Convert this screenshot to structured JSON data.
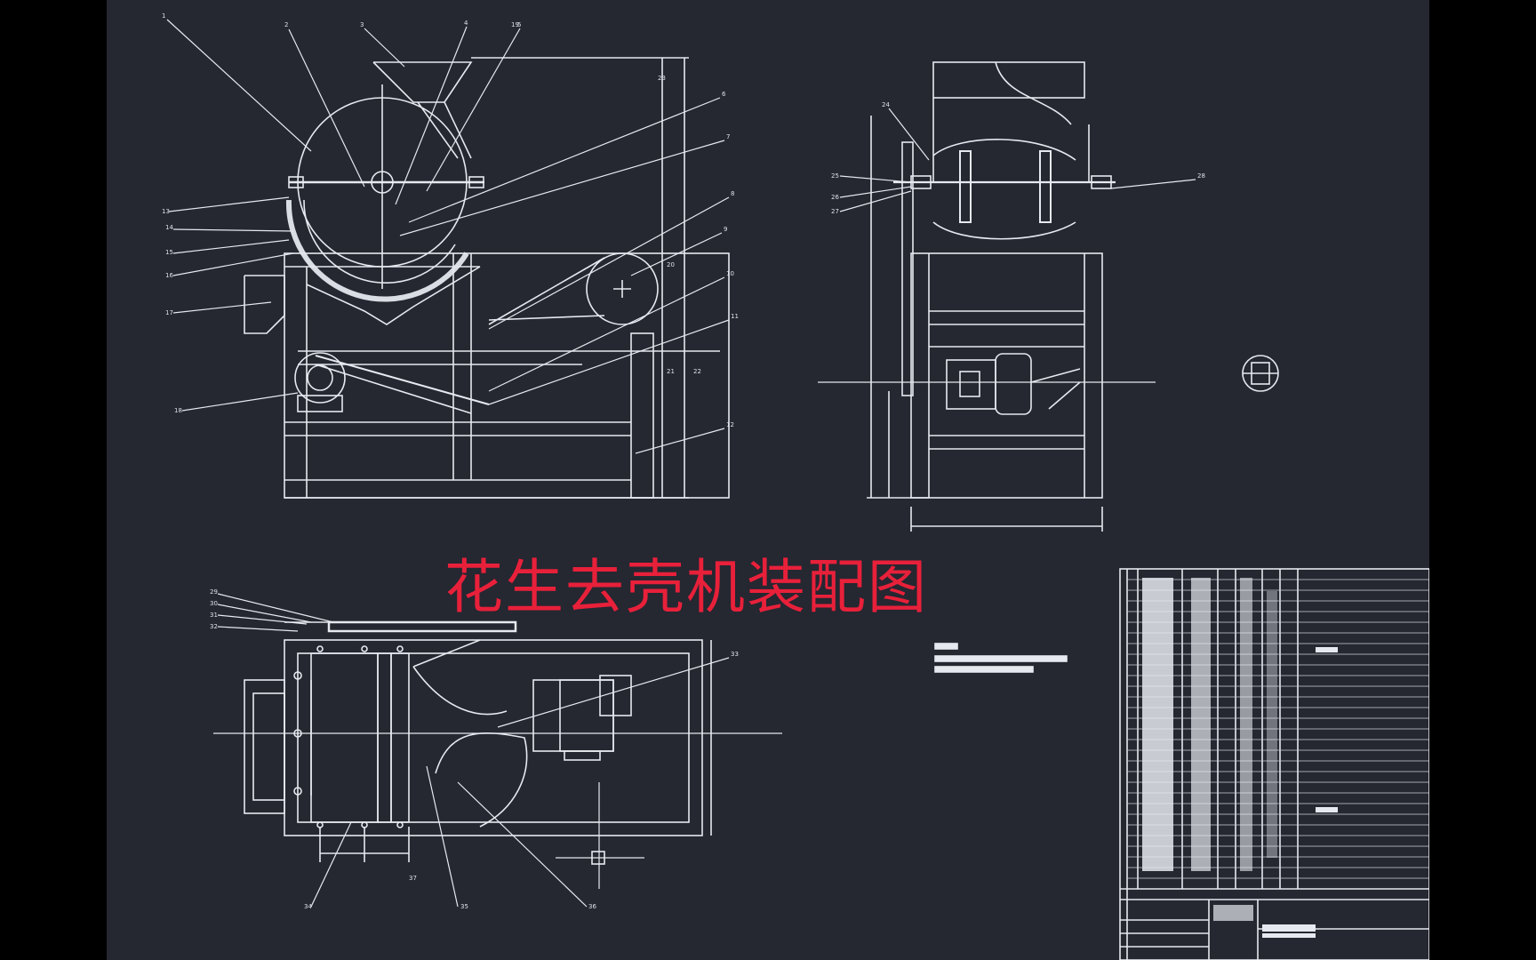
{
  "drawing": {
    "title": "花生去壳机装配图"
  },
  "colors": {
    "background": "#252731",
    "linework": "#e6e9ef",
    "title_text": "#e8203a",
    "letterbox": "#000000"
  },
  "callouts_front_view": [
    "1",
    "2",
    "3",
    "4",
    "5",
    "6",
    "7",
    "8",
    "9",
    "10",
    "11",
    "12",
    "13",
    "14",
    "15",
    "16",
    "17",
    "18",
    "19",
    "20",
    "21",
    "22",
    "23"
  ],
  "callouts_side_view": [
    "24",
    "25",
    "26",
    "27",
    "28"
  ],
  "callouts_top_view": [
    "29",
    "30",
    "31",
    "32",
    "33",
    "34",
    "35",
    "36",
    "37"
  ],
  "icons": [
    "section-detail-symbol"
  ]
}
